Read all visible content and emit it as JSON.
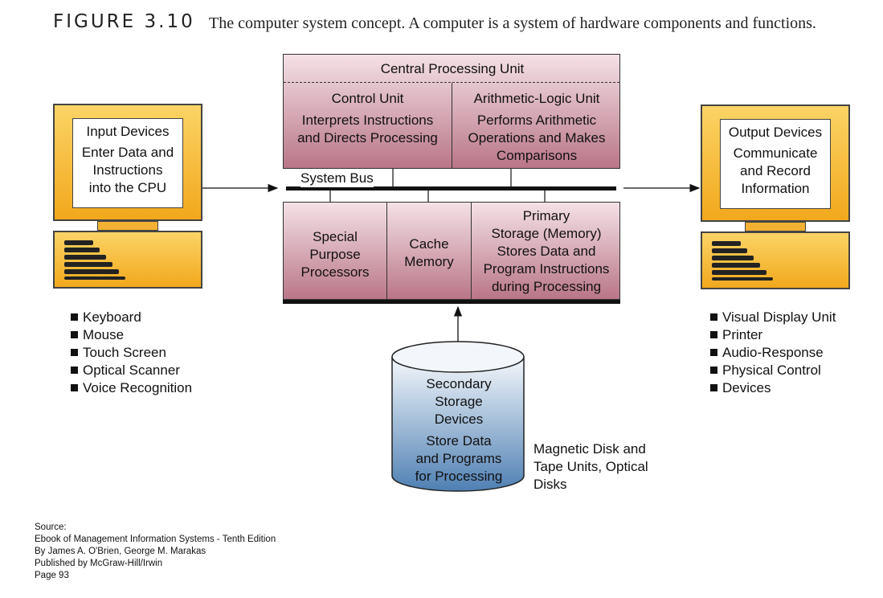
{
  "figure": {
    "number": "FIGURE 3.10",
    "caption": "The computer system concept. A computer is a system of hardware components and functions."
  },
  "cpu": {
    "title": "Central Processing Unit",
    "control_unit": {
      "title": "Control Unit",
      "lines": [
        "Interprets Instructions",
        "and Directs Processing"
      ]
    },
    "alu": {
      "title": "Arithmetic-Logic Unit",
      "lines": [
        "Performs Arithmetic",
        "Operations and Makes",
        "Comparisons"
      ]
    }
  },
  "system_bus": "System Bus",
  "lower_boxes": {
    "special": [
      "Special",
      "Purpose",
      "Processors"
    ],
    "cache": [
      "Cache",
      "Memory"
    ],
    "primary": [
      "Primary",
      "Storage (Memory)",
      "Stores Data and",
      "Program Instructions",
      "during Processing"
    ]
  },
  "input": {
    "title": "Input Devices",
    "lines": [
      "Enter Data and",
      "Instructions",
      "into the CPU"
    ],
    "items": [
      "Keyboard",
      "Mouse",
      "Touch Screen",
      "Optical Scanner",
      "Voice Recognition"
    ]
  },
  "output": {
    "title": "Output Devices",
    "lines": [
      "Communicate",
      "and Record",
      "Information"
    ],
    "items": [
      "Visual Display Unit",
      "Printer",
      "Audio-Response",
      "Physical Control",
      "Devices"
    ]
  },
  "secondary": {
    "lines": [
      "Secondary",
      "Storage",
      "Devices"
    ],
    "desc": [
      "Store Data",
      "and Programs",
      "for Processing"
    ],
    "note": [
      "Magnetic Disk and",
      "Tape Units, Optical",
      "Disks"
    ]
  },
  "source": [
    "Source:",
    "Ebook of Management Information Systems - Tenth Edition",
    "By James A. O'Brien, George M. Marakas",
    "Published by McGraw-Hill/Irwin",
    "Page 93"
  ],
  "colors": {
    "monitor": "#f4b63a",
    "cpu_fill": "#c98e9c",
    "storage_fill": "#5f8fbd",
    "bus": "#111111"
  }
}
